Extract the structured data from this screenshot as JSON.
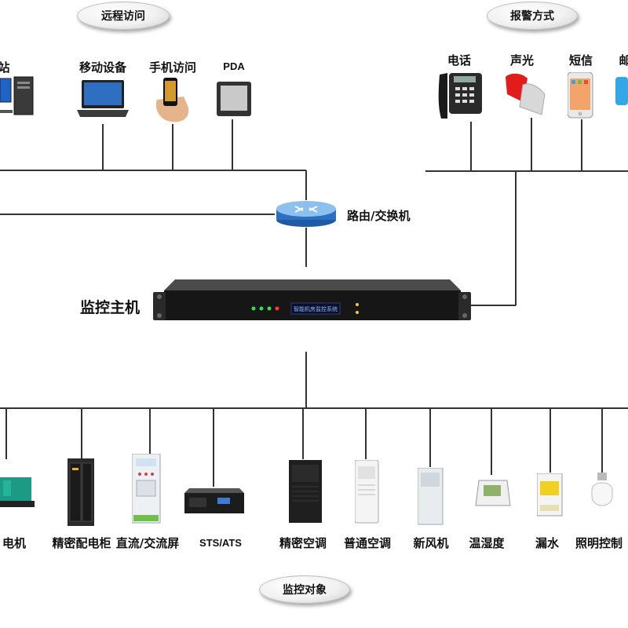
{
  "groups": {
    "remote": "远程访问",
    "alarm": "报警方式",
    "monitored": "监控对象"
  },
  "remote_devices": [
    {
      "label": "站",
      "icon": "workstation-icon"
    },
    {
      "label": "移动设备",
      "icon": "laptop-icon"
    },
    {
      "label": "手机访问",
      "icon": "phone-hand-icon"
    },
    {
      "label": "PDA",
      "icon": "pda-icon"
    }
  ],
  "alarm_devices": [
    {
      "label": "电话",
      "icon": "desk-phone-icon"
    },
    {
      "label": "声光",
      "icon": "siren-icon"
    },
    {
      "label": "短信",
      "icon": "smartphone-icon"
    },
    {
      "label": "邮",
      "icon": "mail-icon"
    }
  ],
  "network": {
    "router_label": "路由/交换机",
    "host_label": "监控主机",
    "host_display_text": "智能机房监控系统"
  },
  "monitored_objects": [
    {
      "label": "电机",
      "icon": "generator-icon"
    },
    {
      "label": "精密配电柜",
      "icon": "distribution-cabinet-icon"
    },
    {
      "label": "直流/交流屏",
      "icon": "dc-ac-panel-icon"
    },
    {
      "label": "STS/ATS",
      "icon": "sts-ats-icon"
    },
    {
      "label": "精密空调",
      "icon": "precision-ac-icon"
    },
    {
      "label": "普通空调",
      "icon": "standard-ac-icon"
    },
    {
      "label": "新风机",
      "icon": "fresh-air-unit-icon"
    },
    {
      "label": "温湿度",
      "icon": "temp-humidity-sensor-icon"
    },
    {
      "label": "漏水",
      "icon": "water-leak-sensor-icon"
    },
    {
      "label": "照明控制",
      "icon": "lighting-bulb-icon"
    }
  ]
}
